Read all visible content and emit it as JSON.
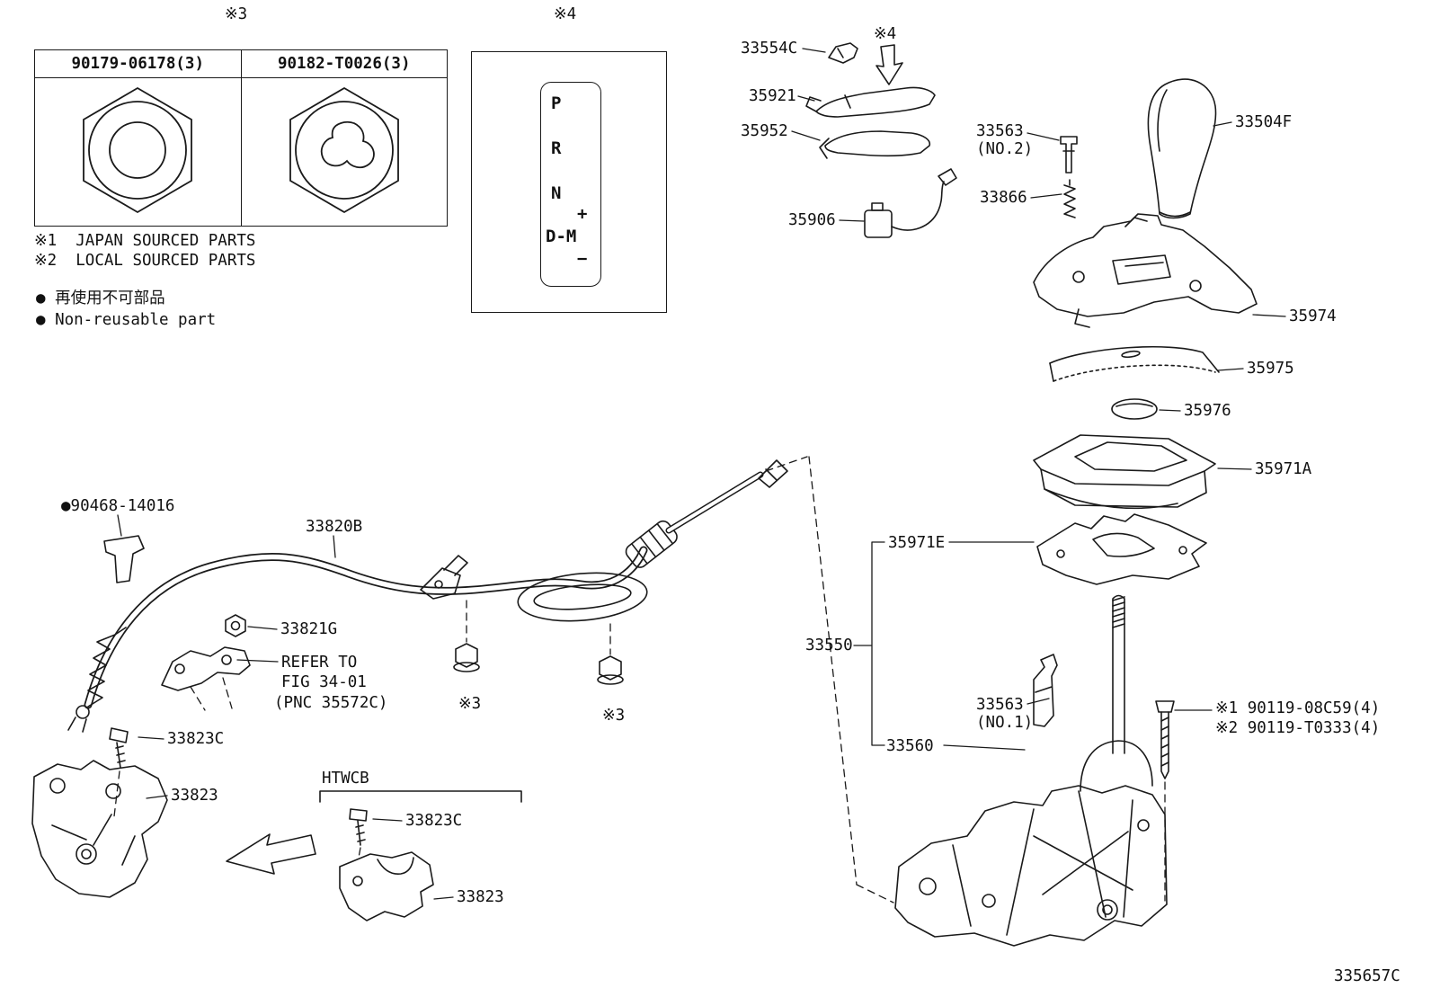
{
  "page": {
    "figure_code": "335657C"
  },
  "ref_table": {
    "ref": "※3",
    "columns": [
      "90179-06178(3)",
      "90182-T0026(3)"
    ]
  },
  "notes": {
    "sourced1": "※1  JAPAN SOURCED PARTS",
    "sourced2": "※2  LOCAL SOURCED PARTS",
    "nonreusable_jp": "● 再使用不可部品",
    "nonreusable_en": "● Non-reusable part"
  },
  "shift_pattern": {
    "ref": "※4",
    "p": "P",
    "r": "R",
    "n": "N",
    "dm": "D-M",
    "plus": "+",
    "minus": "−"
  },
  "callouts": {
    "c33554C": "33554C",
    "ref4_arrow": "※4",
    "c35921": "35921",
    "c35952": "35952",
    "c33563_no2": "33563",
    "c33563_no2_sub": "(NO.2)",
    "c33866": "33866",
    "c35906": "35906",
    "c33504F": "33504F",
    "c35974": "35974",
    "c35975": "35975",
    "c35976": "35976",
    "c35971A": "35971A",
    "c35971E": "35971E",
    "c33550": "33550",
    "c33563_no1": "33563",
    "c33563_no1_sub": "(NO.1)",
    "c33560": "33560",
    "bolt_note1": "※1 90119-08C59(4)",
    "bolt_note2": "※2 90119-T0333(4)",
    "c90468": "●90468-14016",
    "c33820B": "33820B",
    "c33821G": "33821G",
    "refer_line1": "REFER TO",
    "refer_line2": "FIG 34-01",
    "refer_line3": "(PNC 35572C)",
    "ref3_left": "※3",
    "ref3_right": "※3",
    "c33823C_top": "33823C",
    "c33823_left": "33823",
    "htwcb": "HTWCB",
    "c33823C_bottom": "33823C",
    "c33823_bottom": "33823"
  }
}
